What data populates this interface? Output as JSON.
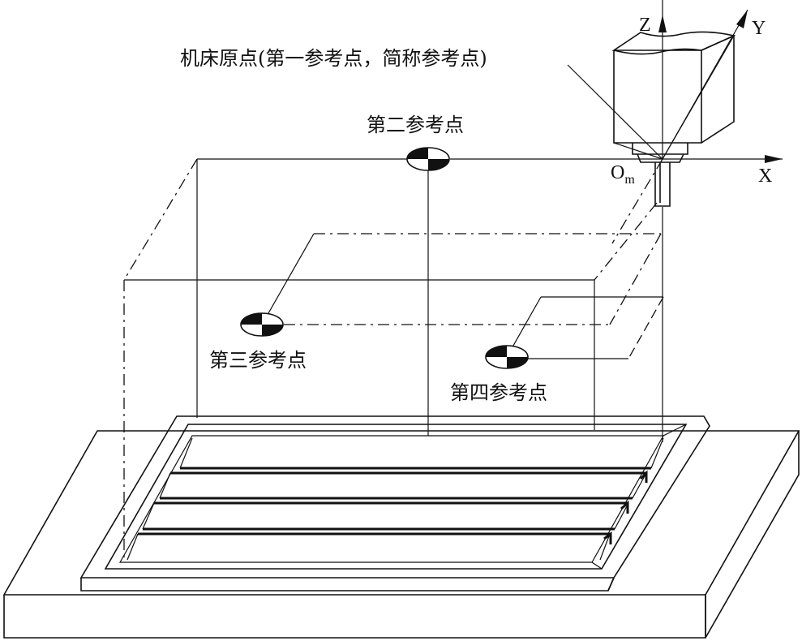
{
  "labels": {
    "machine_origin": "机床原点(第一参考点，简称参考点)",
    "ref2": "第二参考点",
    "ref3": "第三参考点",
    "ref4": "第四参考点",
    "om_main": "O",
    "om_sub": "m"
  },
  "axes": {
    "x": "X",
    "y": "Y",
    "z": "Z"
  }
}
